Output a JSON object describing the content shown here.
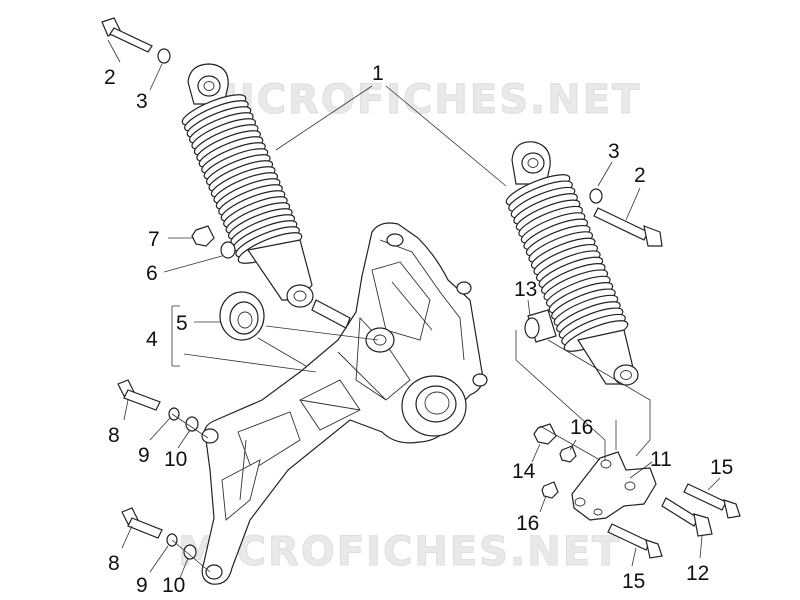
{
  "watermark_text": "MICROFICHES.NET",
  "callouts": {
    "c1": "1",
    "c2a": "2",
    "c3a": "3",
    "c3b": "3",
    "c2b": "2",
    "c7": "7",
    "c6": "6",
    "c5": "5",
    "c4": "4",
    "c13": "13",
    "c8a": "8",
    "c9a": "9",
    "c10a": "10",
    "c16a": "16",
    "c14": "14",
    "c11": "11",
    "c15a": "15",
    "c16b": "16",
    "c8b": "8",
    "c9b": "9",
    "c10b": "10",
    "c15b": "15",
    "c12": "12"
  }
}
